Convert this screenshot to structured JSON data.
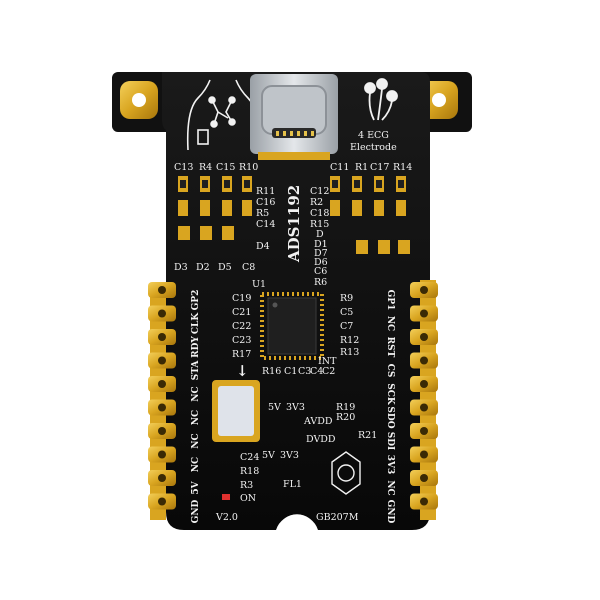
{
  "board": {
    "chip_name": "ADS1192",
    "electrode_line1": "4 ECG",
    "electrode_line2": "Electrode",
    "version": "V2.0",
    "model": "GB207M",
    "chip_ref": "U1",
    "int_label": "INT",
    "on_label": "ON",
    "avdd_label": "AVDD",
    "dvdd_label": "DVDD",
    "fuse_label": "FL1",
    "jumper_5v": "5V",
    "jumper_3v3": "3V3",
    "jumper2_5v": "5V",
    "jumper2_3v3": "3V3",
    "arrow": "↓"
  },
  "top_left_labels": [
    "C13",
    "R4",
    "C15",
    "R10"
  ],
  "top_right_labels": [
    "C11",
    "R1",
    "C17",
    "R14"
  ],
  "mid_left_labels": [
    "R11",
    "C16",
    "R5",
    "C14"
  ],
  "mid_right_labels": [
    "C12",
    "R2",
    "C18",
    "R15",
    "D",
    "D1",
    "D7",
    "D6",
    "C6",
    "R6"
  ],
  "diode_left_labels": [
    "D4",
    "D3",
    "D2",
    "D5",
    "C8"
  ],
  "left_caps": [
    "C19",
    "C21",
    "C22",
    "C23",
    "R17"
  ],
  "right_caps": [
    "R9",
    "C5",
    "C7",
    "R12",
    "R13"
  ],
  "bottom_caps": [
    "R16",
    "C1",
    "C3",
    "C4",
    "C2"
  ],
  "right_lower_labels": [
    "R19",
    "R20",
    "R21"
  ],
  "left_lower_labels": [
    "C24",
    "R18",
    "R3"
  ],
  "left_pins": [
    "GP2",
    "CLK",
    "RDY",
    "STA",
    "NC",
    "NC",
    "NC",
    "NC",
    "5V",
    "GND"
  ],
  "right_pins": [
    "GP1",
    "NC",
    "RST",
    "CS",
    "SCK",
    "SDO",
    "SDI",
    "3V3",
    "NC",
    "GND"
  ],
  "colors": {
    "pcb": "#0d0d0d",
    "gold": "#d9a520",
    "silkscreen": "#f2f2f2",
    "chip": "#1f1f1f",
    "usb": "#c8ccd1",
    "led": "#e0312f"
  }
}
